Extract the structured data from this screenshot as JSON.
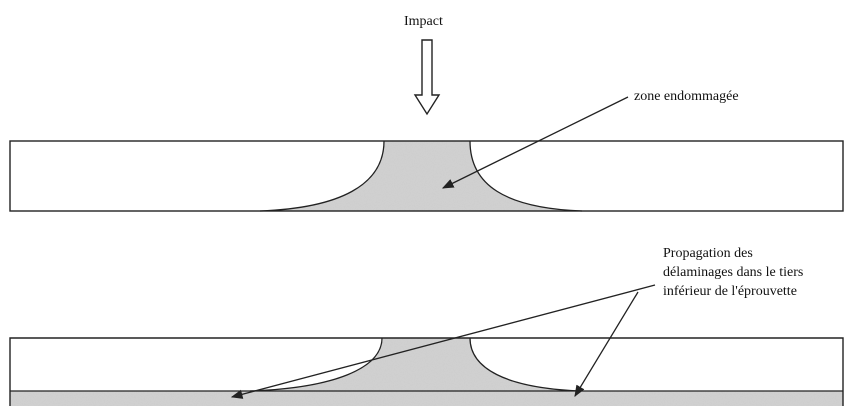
{
  "labels": {
    "impact": "Impact",
    "damaged_zone": "zone endommagée",
    "propagation": [
      "Propagation des",
      "délaminages dans le tiers",
      "inférieur de l'éprouvette"
    ]
  },
  "colors": {
    "ink": "#222222",
    "damage_fill": "#d2d2d2",
    "background": "#ffffff"
  }
}
